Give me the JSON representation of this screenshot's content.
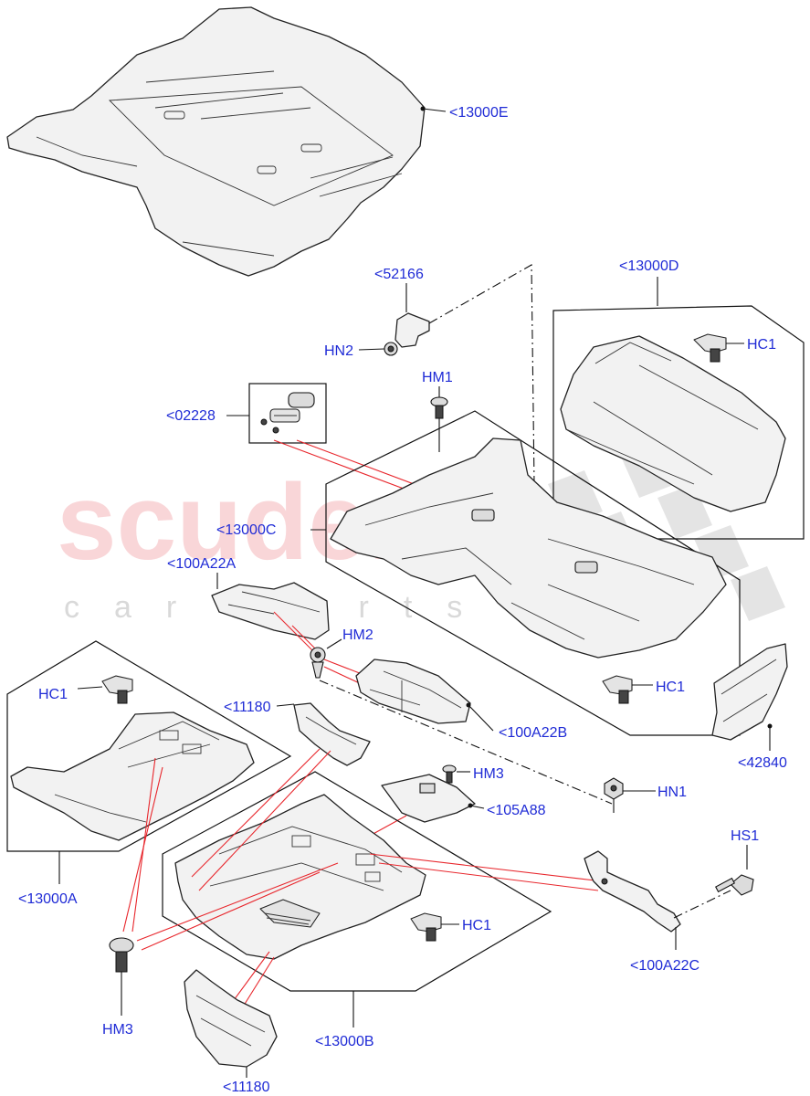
{
  "watermark": {
    "brand": "scuderia",
    "sub": "car parts"
  },
  "labels": {
    "13000E": "<13000E",
    "52166": "<52166",
    "HN2": "HN2",
    "13000D": "<13000D",
    "HC1_d": "HC1",
    "HM1": "HM1",
    "02228": "<02228",
    "13000C": "<13000C",
    "100A22A": "<100A22A",
    "HM2": "HM2",
    "HC1_c": "HC1",
    "HC1_a": "HC1",
    "11180_top": "<11180",
    "100A22B": "<100A22B",
    "42840": "<42840",
    "HM3_mid": "HM3",
    "HN1": "HN1",
    "105A88": "<105A88",
    "HS1": "HS1",
    "13000A": "<13000A",
    "HC1_b": "HC1",
    "100A22C": "<100A22C",
    "HM3_low": "HM3",
    "13000B": "<13000B",
    "11180_bot": "<11180"
  },
  "colors": {
    "label": "#1f2bd6",
    "highlight_line": "#e8262c",
    "line": "#111111"
  }
}
